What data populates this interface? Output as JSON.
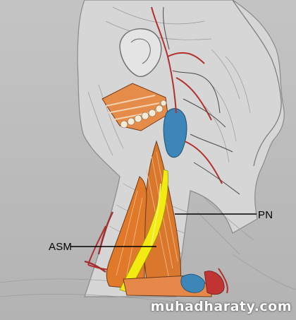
{
  "labels": {
    "pn": "PN",
    "asm": "ASM"
  },
  "watermark": "muhadharaty.com",
  "colors": {
    "background": "#b9b9b9",
    "muscle": "#e07a2a",
    "nerve_yellow": "#f2ea12",
    "vein_blue": "#3c86b8",
    "artery_red": "#c03434",
    "line_art": "#6e6e6e"
  }
}
